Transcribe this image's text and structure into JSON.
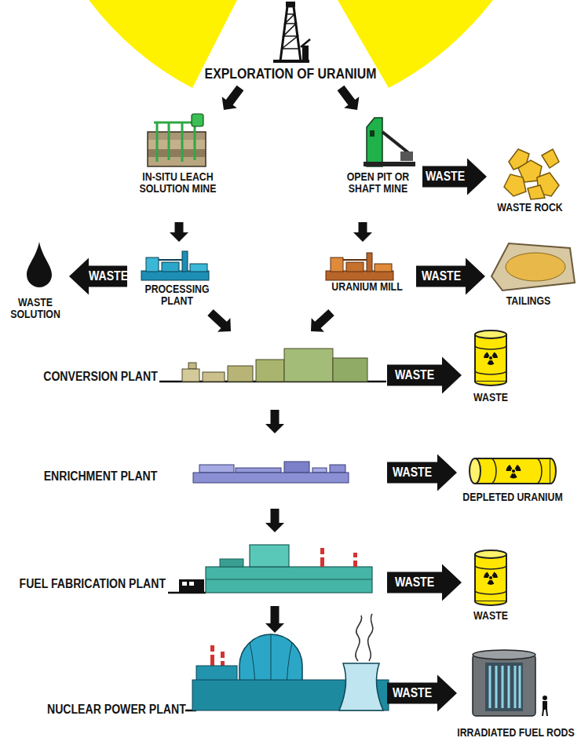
{
  "diagram": {
    "nodes": [
      {
        "text": [
          "EXPLORATION OF URANIUM"
        ]
      },
      {
        "text": [
          "IN-SITU LEACH SOLUTION MINE"
        ]
      },
      {
        "text": [
          "OPEN PIT OR SHAFT MINE"
        ]
      },
      {
        "text": [
          "WASTE ROCK"
        ]
      },
      {
        "text": [
          "WASTE SOLUTION"
        ]
      },
      {
        "text": [
          "PROCESSING PLANT"
        ]
      },
      {
        "text": [
          "URANIUM MILL"
        ]
      },
      {
        "text": [
          "TAILINGS"
        ]
      },
      {
        "text": [
          "CONVERSION PLANT"
        ]
      },
      {
        "text": [
          "WASTE"
        ]
      },
      {
        "text": [
          "ENRICHMENT PLANT"
        ]
      },
      {
        "text": [
          "DEPLETED URANIUM"
        ]
      },
      {
        "text": [
          "FUEL FABRICATION PLANT"
        ]
      },
      {
        "text": [
          "WASTE"
        ]
      },
      {
        "text": [
          "NUCLEAR POWER PLANT"
        ]
      },
      {
        "text": [
          "IRRADIATED FUEL RODS"
        ]
      }
    ],
    "edges": [
      {
        "from": 0,
        "to": 1,
        "arrow": "to"
      },
      {
        "from": 0,
        "to": 2,
        "arrow": "to"
      },
      {
        "from": 2,
        "to": 3,
        "label": "WASTE",
        "arrow": "to"
      },
      {
        "from": 1,
        "to": 5,
        "arrow": "to"
      },
      {
        "from": 2,
        "to": 6,
        "arrow": "to"
      },
      {
        "from": 5,
        "to": 4,
        "label": "WASTE",
        "arrow": "to"
      },
      {
        "from": 6,
        "to": 7,
        "label": "WASTE",
        "arrow": "to"
      },
      {
        "from": 5,
        "to": 8,
        "arrow": "to"
      },
      {
        "from": 6,
        "to": 8,
        "arrow": "to"
      },
      {
        "from": 8,
        "to": 9,
        "label": "WASTE",
        "arrow": "to"
      },
      {
        "from": 8,
        "to": 10,
        "arrow": "to"
      },
      {
        "from": 10,
        "to": 11,
        "label": "WASTE",
        "arrow": "to"
      },
      {
        "from": 10,
        "to": 12,
        "arrow": "to"
      },
      {
        "from": 12,
        "to": 13,
        "label": "WASTE",
        "arrow": "to"
      },
      {
        "from": 12,
        "to": 14,
        "arrow": "to"
      },
      {
        "from": 14,
        "to": 15,
        "label": "WASTE",
        "arrow": "to"
      }
    ]
  }
}
